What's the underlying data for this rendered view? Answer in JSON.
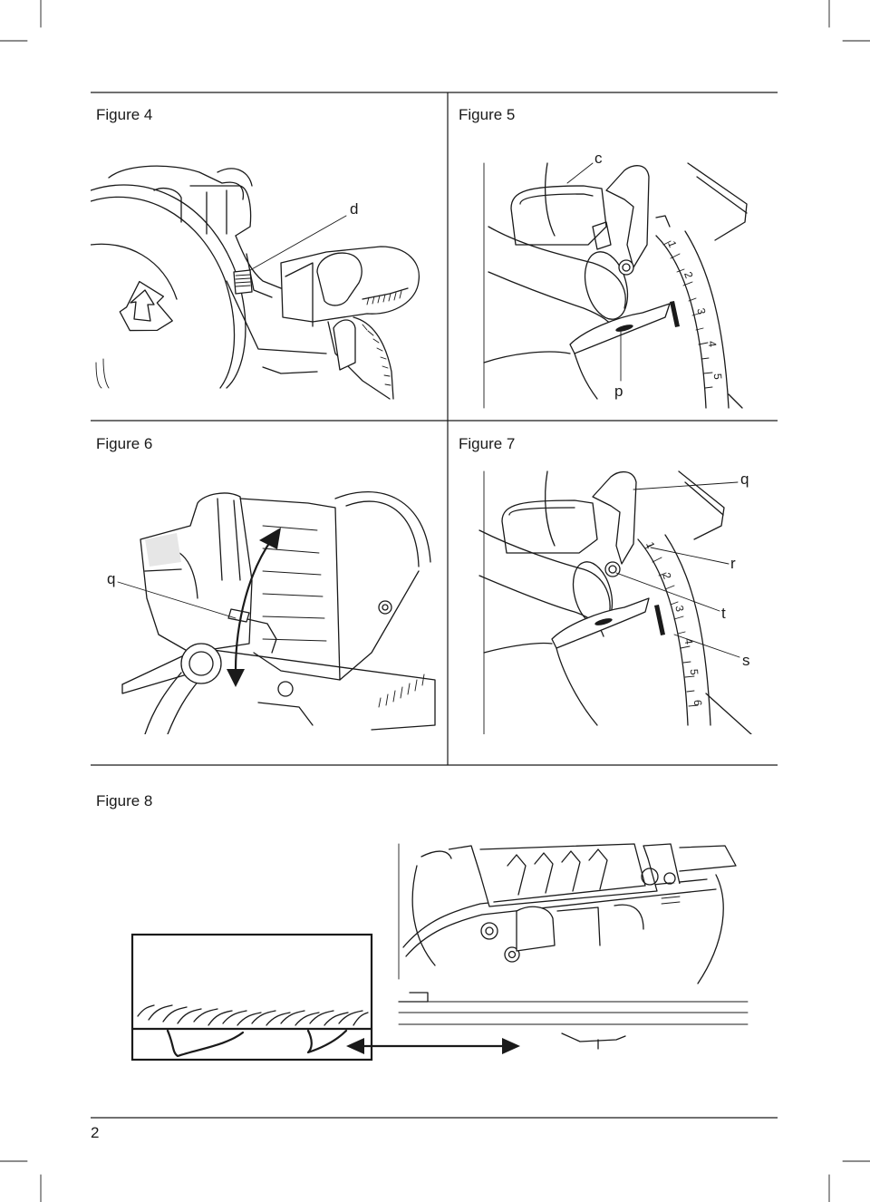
{
  "figures": {
    "fig4": {
      "caption": "Figure 4",
      "callouts": {
        "d": "d"
      }
    },
    "fig5": {
      "caption": "Figure 5",
      "callouts": {
        "c": "c",
        "p": "p"
      },
      "scale_numbers": [
        "1",
        "2",
        "3",
        "4",
        "5"
      ]
    },
    "fig6": {
      "caption": "Figure 6",
      "callouts": {
        "q": "q"
      }
    },
    "fig7": {
      "caption": "Figure 7",
      "callouts": {
        "q": "q",
        "r": "r",
        "t": "t",
        "s": "s"
      },
      "scale_numbers": [
        "1",
        "2",
        "3",
        "4",
        "5",
        "6"
      ]
    },
    "fig8": {
      "caption": "Figure 8"
    }
  },
  "footer": {
    "page_number": "2"
  }
}
